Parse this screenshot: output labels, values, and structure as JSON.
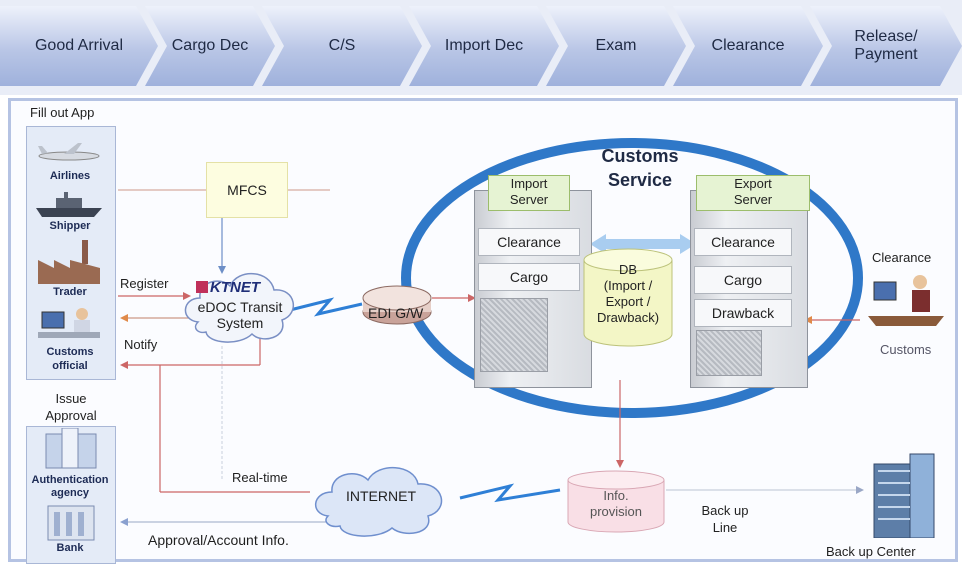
{
  "process": [
    "Good Arrival",
    "Cargo Dec",
    "C/S",
    "Import Dec",
    "Exam",
    "Clearance",
    "Release/\nPayment"
  ],
  "labels": {
    "fill_out_app": "Fill out App",
    "airlines": "Airlines",
    "shipper": "Shipper",
    "trader": "Trader",
    "customs_official": "Customs\nofficial",
    "register": "Register",
    "notify": "Notify",
    "issue_approval": "Issue\nApproval",
    "auth_agency": "Authentication\nagency",
    "bank": "Bank",
    "mfcs": "MFCS",
    "ktnet": "KTNET",
    "edoc": "eDOC Transit\nSystem",
    "edi_gw": "EDI G/W",
    "customs_service": "Customs\nService",
    "import_server": "Import\nServer",
    "export_server": "Export\nServer",
    "clearance": "Clearance",
    "cargo": "Cargo",
    "drawback": "Drawback",
    "db": "DB\n(Import /\nExport /\nDrawback)",
    "clearance_right": "Clearance",
    "customs_right": "Customs",
    "real_time": "Real-time",
    "internet": "INTERNET",
    "info_provision": "Info.\nprovision",
    "backup_line": "Back up\nLine",
    "backup_center": "Back up Center",
    "approval_account": "Approval/Account Info."
  }
}
